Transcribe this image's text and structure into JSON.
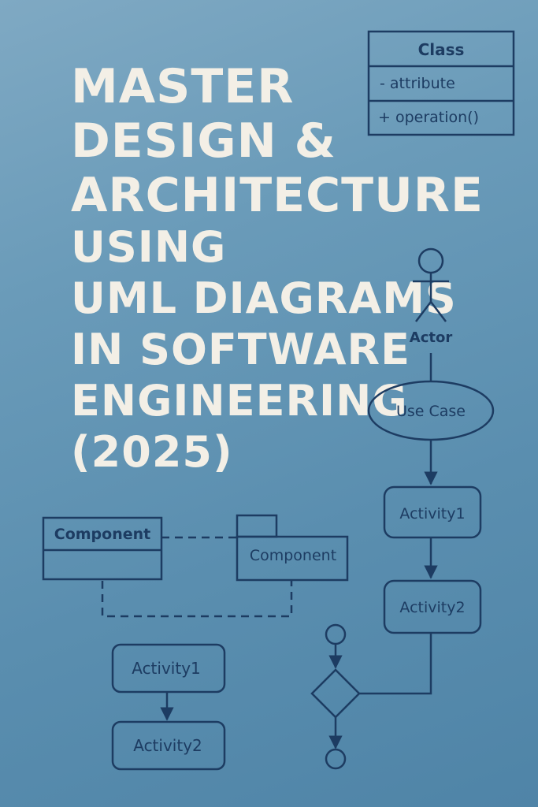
{
  "title": {
    "lines": [
      "MASTER",
      "DESIGN &",
      "ARCHITECTURE",
      "USING",
      "UML DIAGRAMS",
      "IN SOFTWARE",
      "ENGINEERING",
      "(2025)"
    ]
  },
  "class_box": {
    "name": "Class",
    "attribute": "- attribute",
    "operation": "+ operation()"
  },
  "use_case_flow": {
    "actor": "Actor",
    "use_case": "Use Case",
    "activity1": "Activity1",
    "activity2": "Activity2"
  },
  "components": {
    "left": "Component",
    "right": "Component"
  },
  "small_flow": {
    "activity1": "Activity1",
    "activity2": "Activity2"
  },
  "colors": {
    "stroke": "#1d3c62",
    "title_text": "#f3efe6"
  }
}
